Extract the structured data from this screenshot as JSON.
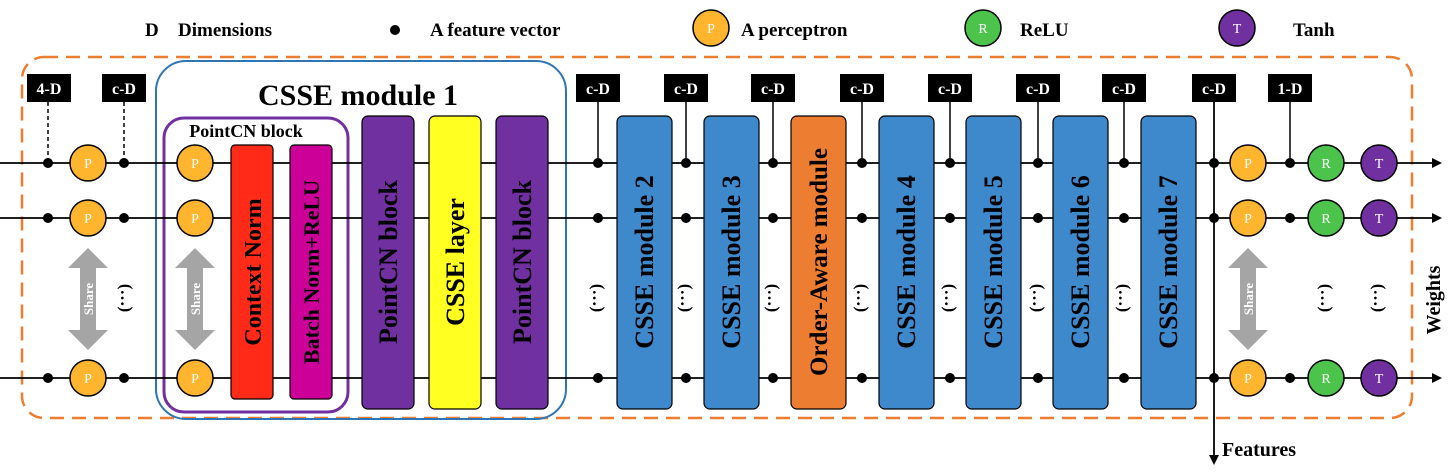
{
  "legend": {
    "dimensions_symbol": "D",
    "dimensions_label": "Dimensions",
    "feature_vector_label": "A feature vector",
    "perceptron_symbol": "P",
    "perceptron_label": "A perceptron",
    "relu_symbol": "R",
    "relu_label": "ReLU",
    "tanh_symbol": "T",
    "tanh_label": "Tanh"
  },
  "dim_labels": {
    "input_4d": "4-D",
    "c_d": "c-D",
    "output_1d": "1-D"
  },
  "csse_module_1": {
    "title": "CSSE module 1",
    "pointcn_block_title": "PointCN block",
    "context_norm": "Context  Norm",
    "batch_norm_relu": "Batch  Norm+ReLU",
    "pointcn_block_a": "PointCN  block",
    "csse_layer": "CSSE  layer",
    "pointcn_block_b": "PointCN  block"
  },
  "modules": {
    "csse_2": "CSSE  module 2",
    "csse_3": "CSSE  module 3",
    "order_aware": "Order-Aware  module",
    "csse_4": "CSSE  module 4",
    "csse_5": "CSSE  module 5",
    "csse_6": "CSSE  module 6",
    "csse_7": "CSSE  module 7"
  },
  "share_label": "Share",
  "ellipsis": "(…)",
  "outputs": {
    "features": "Features",
    "weights": "Weights"
  },
  "colors": {
    "outer_border": "#ED7D31",
    "csse1_border": "#2E75B6",
    "pointcn_border": "#7030A0",
    "perceptron": "#FFB52E",
    "relu": "#4CC44C",
    "tanh": "#7030A0",
    "context_norm": "#FF2A17",
    "batch_norm": "#CC0099",
    "pointcn": "#7030A0",
    "csse_layer": "#FFFF22",
    "csse_module": "#3E88CC",
    "order_aware": "#ED7D31",
    "share_arrow": "#A5A5A5",
    "dim_box": "#000000"
  }
}
